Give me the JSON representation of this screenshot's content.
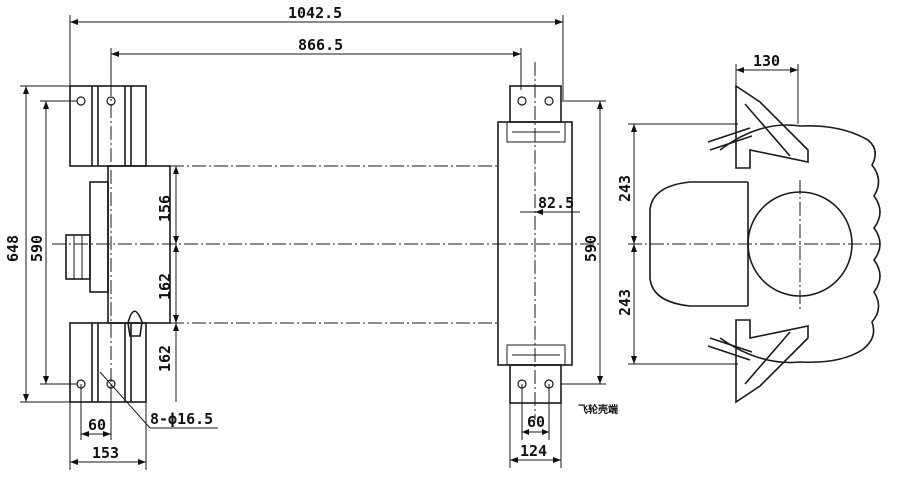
{
  "dimensions": {
    "overall_length": "1042.5",
    "center_distance": "866.5",
    "height_total": "648",
    "height_left": "590",
    "height_right": "590",
    "upper_offset": "156",
    "mid_offset": "162",
    "lower_offset": "162",
    "hub_offset": "82.5",
    "left_hole_spacing": "60",
    "left_base_width": "153",
    "holes_note": "8-ϕ16.5",
    "right_hole_spacing": "60",
    "right_base_width": "124",
    "side_width": "130",
    "side_upper": "243",
    "side_lower": "243"
  },
  "labels": {
    "flywheel_guard": "飞轮壳端"
  }
}
